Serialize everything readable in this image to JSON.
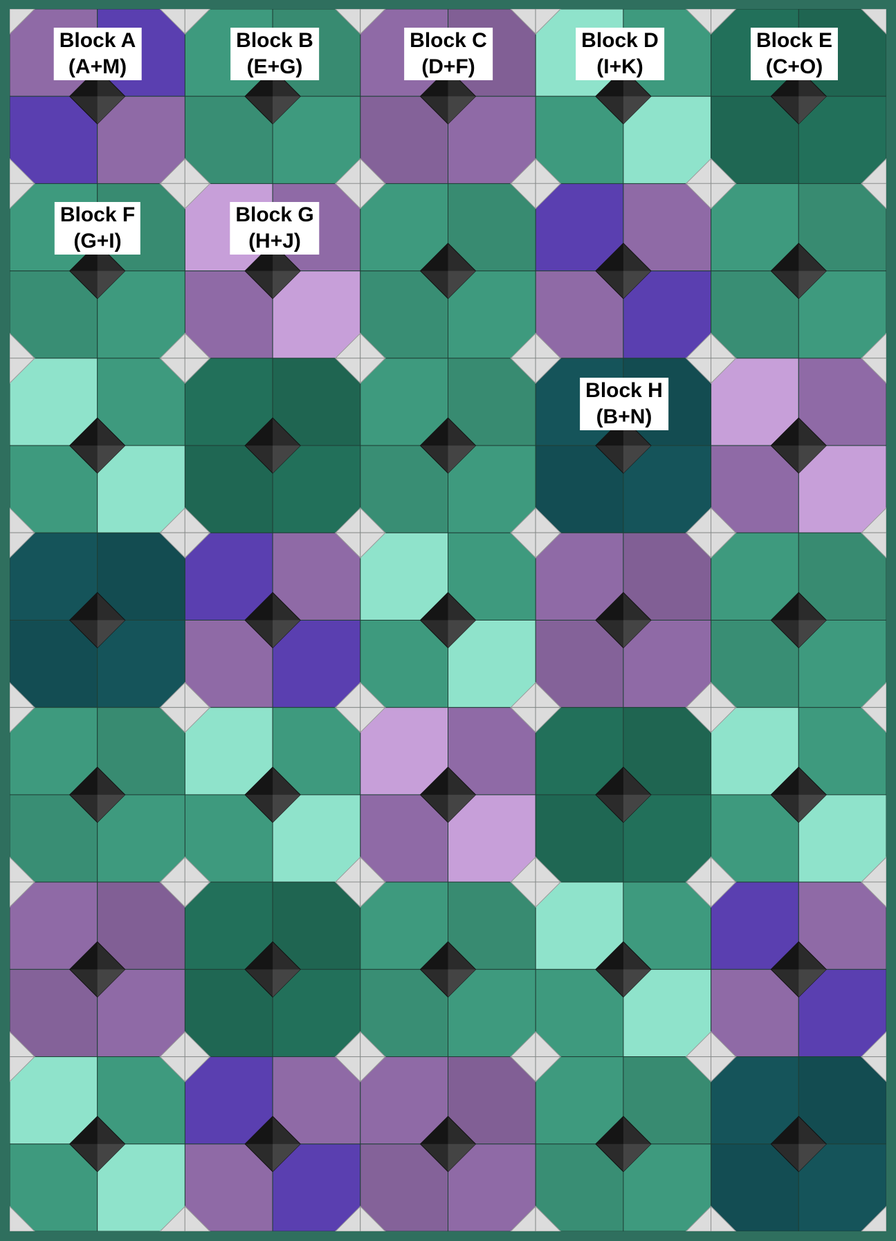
{
  "quilt": {
    "blocks": [
      {
        "name": "Block A",
        "pair": "(A+M)"
      },
      {
        "name": "Block B",
        "pair": "(E+G)"
      },
      {
        "name": "Block C",
        "pair": "(D+F)"
      },
      {
        "name": "Block D",
        "pair": "(I+K)"
      },
      {
        "name": "Block E",
        "pair": "(C+O)"
      },
      {
        "name": "Block F",
        "pair": "(G+I)"
      },
      {
        "name": "Block G",
        "pair": "(H+J)"
      },
      {
        "name": "Block H",
        "pair": "(B+N)"
      }
    ],
    "colors": {
      "border": "#2f6f5e",
      "purple": "#8f6aa6",
      "violet": "#5a3fb0",
      "lavender": "#c79fd9",
      "green": "#3e9a7e",
      "darkgreen": "#22705a",
      "mint": "#8fe3cb",
      "teal": "#15545a",
      "center": "#2b2b2b",
      "corner": "#dcdcdc"
    },
    "grid": [
      [
        "purple/violet",
        "green",
        "purple",
        "mint/green",
        "darkgreen"
      ],
      [
        "green",
        "lavender/purple",
        "green",
        "violet/purple",
        "green"
      ],
      [
        "mint/green",
        "darkgreen",
        "green",
        "teal",
        "lavender/purple"
      ],
      [
        "teal",
        "violet/purple",
        "mint/green",
        "purple",
        "green"
      ],
      [
        "green",
        "mint/green",
        "lavender/purple",
        "darkgreen",
        "mint/green"
      ],
      [
        "purple",
        "darkgreen",
        "green",
        "mint/green",
        "violet/purple"
      ],
      [
        "mint/green",
        "violet/purple",
        "purple",
        "green",
        "teal"
      ]
    ]
  }
}
